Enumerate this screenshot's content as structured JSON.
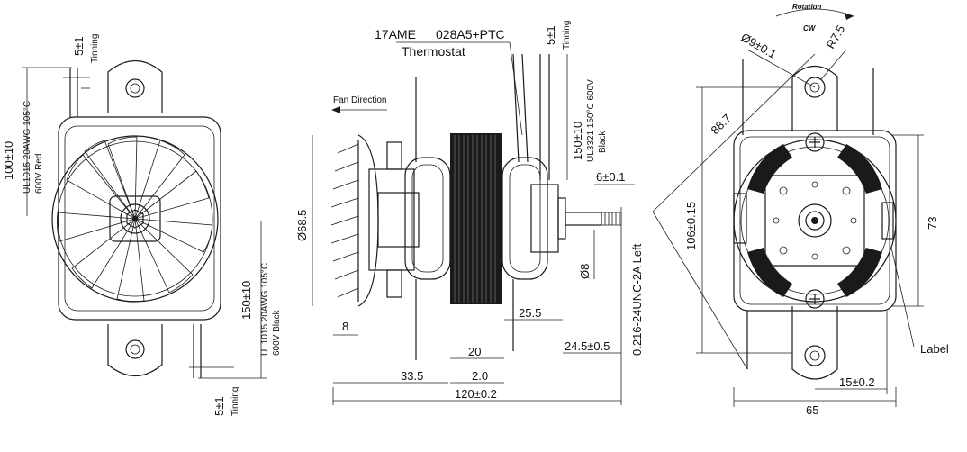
{
  "labels": {
    "model": "17AME",
    "thermostat_code": "028A5+PTC",
    "thermostat": "Thermostat",
    "fan_direction": "Fan Direction",
    "rotation": "Rotation",
    "cw": "CW",
    "label": "Label"
  },
  "left_view": {
    "lead_red_spec": "UL1015  20AWG 105°C",
    "lead_red_spec2": "600V  Red",
    "lead_red_length": "100±10",
    "lead_black_spec": "UL1015  20AWG 105°C",
    "lead_black_spec2": "600V  Black",
    "lead_black_length": "150±10",
    "tinning_top": "5±1",
    "tinning_top_label": "Tinning",
    "tinning_bottom": "5±1",
    "tinning_bottom_label": "Tinning"
  },
  "middle_view": {
    "fan_dia": "Ø68.5",
    "dim_8": "8",
    "dim_33_5": "33.5",
    "dim_20": "20",
    "dim_2_0": "2.0",
    "dim_25_5": "25.5",
    "dim_24_5": "24.5±0.5",
    "dim_total": "120±0.2",
    "dim_shaft": "Ø8",
    "dim_6": "6±0.1",
    "thread": "0.216-24UNC-2A Left",
    "lead_spec": "UL3321 150°C  600V",
    "lead_color": "Black",
    "lead_length": "150±10",
    "tinning": "5±1",
    "tinning_label": "Tinning"
  },
  "right_view": {
    "hole_dia": "Ø9±0.1",
    "radius": "R7.5",
    "diag": "88.7",
    "height": "106±0.15",
    "inner_height": "73",
    "width": "65",
    "offset": "15±0.2"
  }
}
